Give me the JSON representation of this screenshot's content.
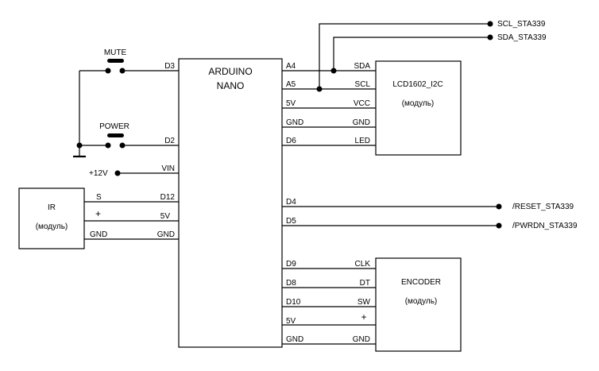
{
  "arduino": {
    "title_line1": "ARDUINO",
    "title_line2": "NANO"
  },
  "lcd": {
    "title": "LCD1602_I2C",
    "subtitle": "(модуль)",
    "pins": [
      {
        "mcu": "A4",
        "module": "SDA"
      },
      {
        "mcu": "A5",
        "module": "SCL"
      },
      {
        "mcu": "5V",
        "module": "VCC"
      },
      {
        "mcu": "GND",
        "module": "GND"
      },
      {
        "mcu": "D6",
        "module": "LED"
      }
    ]
  },
  "encoder": {
    "title": "ENCODER",
    "subtitle": "(модуль)",
    "pins": [
      {
        "mcu": "D9",
        "module": "CLK"
      },
      {
        "mcu": "D8",
        "module": "DT"
      },
      {
        "mcu": "D10",
        "module": "SW"
      },
      {
        "mcu": "5V",
        "module": "+"
      },
      {
        "mcu": "GND",
        "module": "GND"
      }
    ]
  },
  "ir": {
    "title": "IR",
    "subtitle": "(модуль)",
    "pins": [
      {
        "module": "S",
        "mcu": "D12"
      },
      {
        "module": "+",
        "mcu": "5V"
      },
      {
        "module": "GND",
        "mcu": "GND"
      }
    ]
  },
  "buttons": {
    "mute": {
      "label": "MUTE",
      "pin": "D3"
    },
    "power": {
      "label": "POWER",
      "pin": "D2"
    }
  },
  "power_input": {
    "label": "+12V",
    "pin": "VIN"
  },
  "outputs": {
    "scl": "SCL_STA339",
    "sda": "SDA_STA339",
    "reset": {
      "pin": "D4",
      "label": "/RESET_STA339"
    },
    "pwrdn": {
      "pin": "D5",
      "label": "/PWRDN_STA339"
    }
  }
}
